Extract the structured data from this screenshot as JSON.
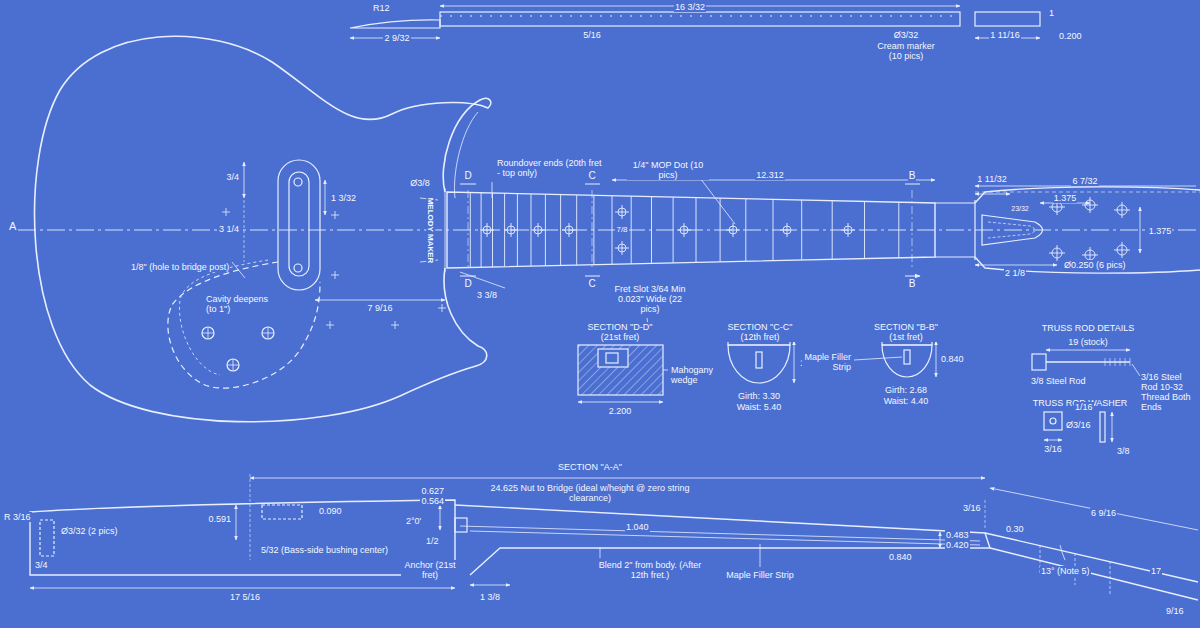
{
  "diagram": {
    "labels": [
      "R12",
      "16 3/32",
      "2 9/32",
      "5/16",
      "Ø3/32",
      "Cream marker (10 pics)",
      "1 11/16",
      "1",
      "0.200",
      "A",
      "3/4",
      "3 1/4",
      "1 3/32",
      "Ø3/8",
      "D",
      "D",
      "MELODY MAKER",
      "Roundover ends (20th fret - top only)",
      "C",
      "C",
      "1/4\" MOP Dot (10 pics)",
      "12.312",
      "B",
      "B",
      "7/8",
      "1 11/32",
      "6 7/32",
      "23/32",
      "1.375",
      "1.375",
      "Ø0.250 (6 pics)",
      "2 1/8",
      "1/8\" (hole to bridge post)",
      "Cavity deepens (to 1\")",
      "7 9/16",
      "3 3/8",
      "Fret Slot 3/64 Min 0.023\" Wide (22 pics)",
      "SECTION \"D-D\" (21st fret)",
      "Mahogany wedge",
      "2.200",
      "SECTION \"C-C\" (12th fret)",
      "1.040",
      "Girth: 3.30",
      "Waist: 5.40",
      "Maple Filler Strip",
      "SECTION \"B-B\" (1st fret)",
      "0.840",
      "Girth: 2.68",
      "Waist: 4.40",
      "TRUSS ROD DETAILS",
      "19 (stock)",
      "3/8 Steel Rod",
      "3/16 Steel Rod 10-32 Thread Both Ends",
      "TRUSS ROD WASHER",
      "1/16",
      "Ø3/16",
      "3/16",
      "3/8",
      "SECTION \"A-A\"",
      "24.625 Nut to Bridge (ideal w/height @ zero string clearance)",
      "R 3/16",
      "Ø3/32 (2 pics)",
      "3/4",
      "0.591",
      "0.090",
      "5/32 (Bass-side bushing center)",
      "17 5/16",
      "0.627",
      "0.564",
      "2°0'",
      "1/2",
      "1.040",
      "Anchor (21st fret)",
      "1 3/8",
      "Blend 2\" from body. (After 12th fret.)",
      "Maple Filler Strip",
      "0.840",
      "0.483",
      "0.420",
      "3/16",
      "0.30",
      "6 9/16",
      "13° (Note 5)",
      "17",
      "9/16"
    ]
  }
}
